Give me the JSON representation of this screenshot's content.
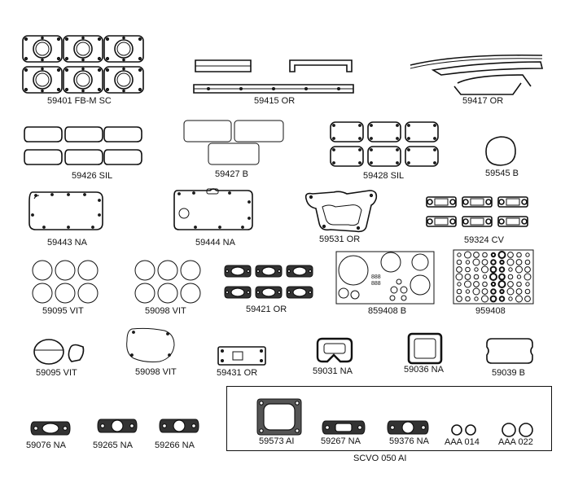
{
  "parts": [
    {
      "code": "59401 FB-M SC"
    },
    {
      "code": "59415 OR"
    },
    {
      "code": "59417 OR"
    },
    {
      "code": "59426 SIL"
    },
    {
      "code": "59427 B"
    },
    {
      "code": "59428 SIL"
    },
    {
      "code": "59545 B"
    },
    {
      "code": "59443 NA"
    },
    {
      "code": "59444 NA"
    },
    {
      "code": "59531 OR"
    },
    {
      "code": "59324 CV"
    },
    {
      "code": "59095 VIT"
    },
    {
      "code": "59098 VIT"
    },
    {
      "code": "59421 OR"
    },
    {
      "code": "859408 B"
    },
    {
      "code": "959408"
    },
    {
      "code": "59095 VIT"
    },
    {
      "code": "59098 VIT"
    },
    {
      "code": "59431 OR"
    },
    {
      "code": "59031 NA"
    },
    {
      "code": "59036 NA"
    },
    {
      "code": "59039 B"
    },
    {
      "code": "59076 NA"
    },
    {
      "code": "59265 NA"
    },
    {
      "code": "59266 NA"
    },
    {
      "code": "59573 AI"
    },
    {
      "code": "59267 NA"
    },
    {
      "code": "59376 NA"
    },
    {
      "code": "AAA 014"
    },
    {
      "code": "AAA 022"
    }
  ],
  "kit": {
    "label": "SCVO 050 AI"
  },
  "small_text": {
    "ring_count": "888"
  }
}
